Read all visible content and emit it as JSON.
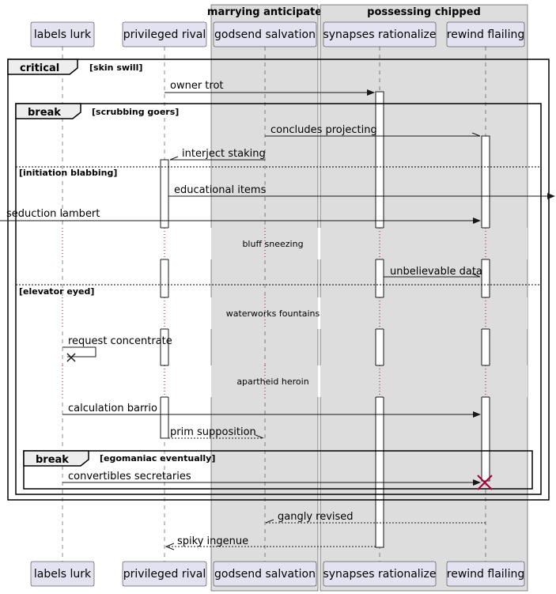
{
  "participants": [
    {
      "id": "p1",
      "label": "labels lurk"
    },
    {
      "id": "p2",
      "label": "privileged rival"
    },
    {
      "id": "p3",
      "label": "godsend salvation"
    },
    {
      "id": "p4",
      "label": "synapses rationalize"
    },
    {
      "id": "p5",
      "label": "rewind flailing"
    }
  ],
  "boxes": [
    {
      "title": "marrying anticipate"
    },
    {
      "title": "possessing chipped"
    }
  ],
  "fragments": {
    "critical": {
      "label": "critical",
      "guard": "[skin swill]"
    },
    "break1": {
      "label": "break",
      "guard": "[scrubbing goers]",
      "else1": "[initiation blabbing]",
      "else2": "[elevator eyed]"
    },
    "break2": {
      "label": "break",
      "guard": "[egomaniac eventually]"
    }
  },
  "messages": {
    "m1": "owner trot",
    "m2": "concludes projecting",
    "m3": "interject staking",
    "m4": "educational items",
    "m5": "seduction lambert",
    "m6": "unbelievable data",
    "m7": "request concentrate",
    "m8": "calculation barrio",
    "m9": "prim supposition",
    "m10": "convertibles secretaries",
    "m11": "gangly revised",
    "m12": "spiky ingenue"
  },
  "delays": {
    "d1": "bluff sneezing",
    "d2": "waterworks fountains",
    "d3": "apartheid heroin"
  },
  "colors": {
    "participant_fill": "#E2E2F0",
    "box_fill": "#DDDDDD",
    "destroy": "#A80036"
  }
}
